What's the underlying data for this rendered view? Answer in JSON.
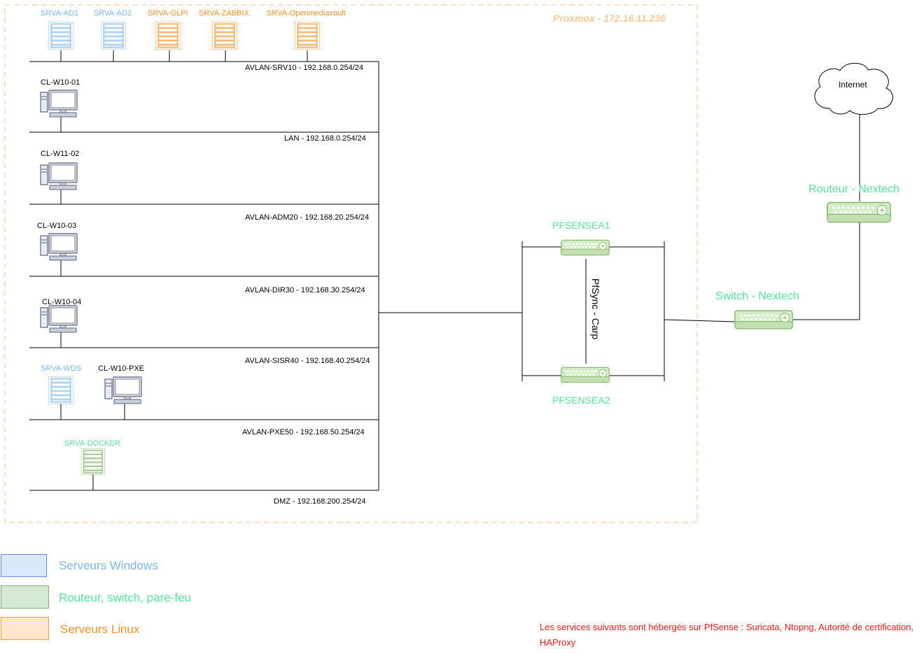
{
  "proxmox_label": "Proxmox - 172.16.11.236",
  "servers_top": [
    "SRVA-AD1",
    "SRVA-AD2",
    "SRVA-GLPI",
    "SRVA-ZABBIX",
    "SRVA-Openmediavault"
  ],
  "networks": [
    "AVLAN-SRV10 - 192.168.0.254/24",
    "LAN - 192.168.0.254/24",
    "AVLAN-ADM20 - 192.168.20.254/24",
    "AVLAN-DIR30 - 192.168.30.254/24",
    "AVLAN-SISR40 - 192.168.40.254/24",
    "AVLAN-PXE50 - 192.168.50.254/24",
    "DMZ - 192.168.200.254/24"
  ],
  "clients": [
    "CL-W10-01",
    "CL-W11-02",
    "CL-W10-03",
    "CL-W10-04",
    "CL-W10-PXE"
  ],
  "servers_other": [
    "SRVA-WDS",
    "SRVA-DOCKER"
  ],
  "firewalls": [
    "PFSENSEA1",
    "PFSENSEA2"
  ],
  "pfsync_label": "PfSync - Carp",
  "switch_label": "Switch - Nextech",
  "router_label": "Routeur - Nextech",
  "internet_label": "Internet",
  "legend": [
    {
      "text": "Serveurs Windows",
      "color": "#7eb6e6"
    },
    {
      "text": "Routeur, switch, pare-feu",
      "color": "#57e29c"
    },
    {
      "text": "Serveurs Linux",
      "color": "#f0922a"
    }
  ],
  "note": "Les services suivants sont hébergés sur PfSense : Suricata, Ntopng, Autorité de certification, HAProxy"
}
